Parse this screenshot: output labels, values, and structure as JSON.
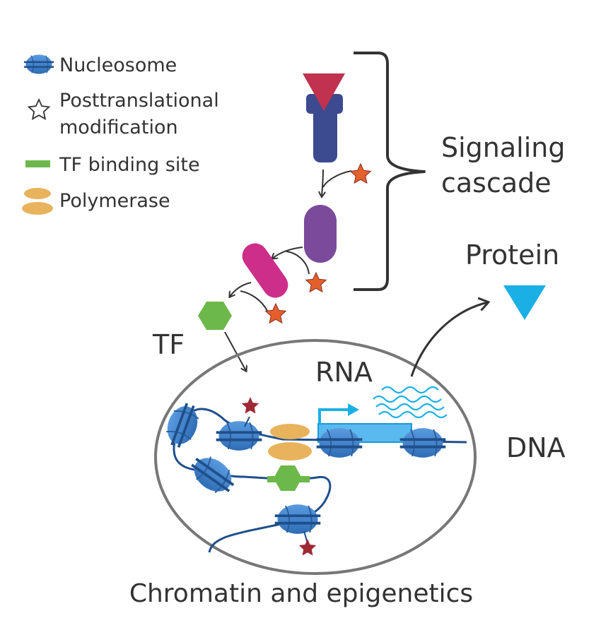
{
  "legend": {
    "nucleosome": "Nucleosome",
    "ptm_line1": "Posttranslational",
    "ptm_line2": "modification",
    "tf_binding_site": "TF binding site",
    "polymerase": "Polymerase"
  },
  "labels": {
    "signaling_line1": "Signaling",
    "signaling_line2": "cascade",
    "protein": "Protein",
    "tf": "TF",
    "rna": "RNA",
    "dna": "DNA",
    "chromatin": "Chromatin and epigenetics"
  },
  "colors": {
    "nucleosome": "#3f7fc9",
    "nucleosome_stroke": "#264f86",
    "dna_strand": "#1f4f8a",
    "star_orange": "#e3602d",
    "star_red": "#9e2a35",
    "tf_green": "#6db84a",
    "polymerase": "#e8b35c",
    "ligand": "#c0324f",
    "receptor": "#3c4a8f",
    "kinase_purple": "#7b4a9b",
    "kinase_magenta": "#cc2e8a",
    "protein_cyan": "#1ab0e6",
    "rna_cyan": "#1ab0e6",
    "nucleus_outline": "#777777",
    "arrow": "#333333"
  },
  "icons": {
    "nucleosome": "nucleosome-icon",
    "ptm": "star-outline-icon",
    "tf_binding_site": "green-bar-icon",
    "polymerase": "polymerase-icon"
  }
}
